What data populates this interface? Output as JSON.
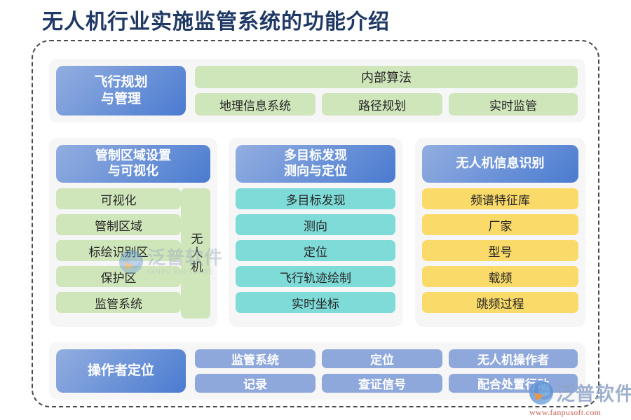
{
  "title": "无人机行业实施监管系统的功能介绍",
  "colors": {
    "title": "#1f3864",
    "accent_blue_light": "#93aee0",
    "accent_blue_dark": "#4a7bd0",
    "green": "#cfe5ba",
    "teal": "#7edbd8",
    "amber": "#fada68",
    "periwinkle": "#8fa8dc",
    "card_bg": "#f6f6f6",
    "frame_border": "#4a4a4a"
  },
  "row_flight_planning": {
    "label": "飞行规划\n与管理",
    "wide_item": "内部算法",
    "items": [
      "地理信息系统",
      "路径规划",
      "实时监管"
    ]
  },
  "columns": [
    {
      "header": "管制区域设置\n与可视化",
      "items": [
        "可视化",
        "管制区域",
        "标绘识别区",
        "保护区",
        "监管系统"
      ],
      "side_label": "无人机"
    },
    {
      "header": "多目标发现\n测向与定位",
      "items": [
        "多目标发现",
        "测向",
        "定位",
        "飞行轨迹绘制",
        "实时坐标"
      ]
    },
    {
      "header": "无人机信息识别",
      "items": [
        "频谱特征库",
        "厂家",
        "型号",
        "载频",
        "跳频过程"
      ]
    }
  ],
  "row_operator_locating": {
    "label": "操作者定位",
    "items_top": [
      "监管系统",
      "定位",
      "无人机操作者"
    ],
    "items_bottom": [
      "记录",
      "查证信号",
      "配合处置行动"
    ]
  },
  "watermark": {
    "brand_cn": "泛普软件",
    "brand_en": "FANPU SOFTWARE",
    "url": "www.fanpusoft.com"
  }
}
